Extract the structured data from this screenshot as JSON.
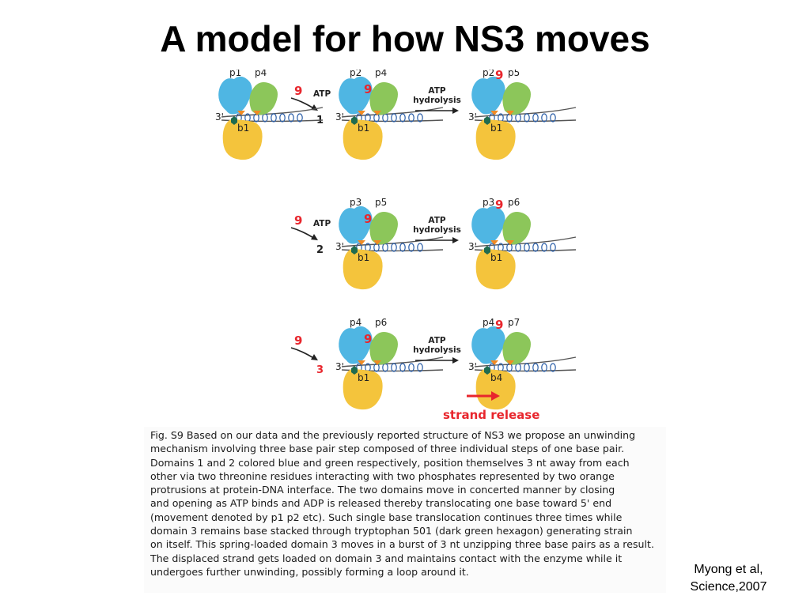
{
  "title": "A model for how NS3 moves",
  "figure": {
    "rows": [
      {
        "step": "1",
        "arrow1": "ATP",
        "arrow2_line1": "ATP",
        "arrow2_line2": "hydrolysis",
        "stage_a": {
          "left": "p1",
          "right": "p4",
          "bottom": "b1"
        },
        "stage_b": {
          "left": "p2",
          "right": "p4",
          "bottom": "b1"
        },
        "stage_c": {
          "left": "p2",
          "right": "p5",
          "bottom": "b1"
        }
      },
      {
        "step": "2",
        "arrow1": "ATP",
        "arrow2_line1": "ATP",
        "arrow2_line2": "hydrolysis",
        "stage_b": {
          "left": "p3",
          "right": "p5",
          "bottom": "b1"
        },
        "stage_c": {
          "left": "p3",
          "right": "p6",
          "bottom": "b1"
        }
      },
      {
        "step": "3",
        "arrow2_line1": "ATP",
        "arrow2_line2": "hydrolysis",
        "stage_b": {
          "left": "p4",
          "right": "p6",
          "bottom": "b1"
        },
        "stage_c": {
          "left": "p4",
          "right": "p7",
          "bottom": "b4"
        }
      }
    ],
    "end_label": "3'",
    "strand_release": "strand release",
    "colors": {
      "domain1": "#4fb6e3",
      "domain2": "#8cc65a",
      "domain3": "#f4c43c",
      "phosphate": "#f08a24",
      "release": "#e8262d",
      "hexagon": "#1f6b4f"
    }
  },
  "caption": {
    "lines": [
      "Fig. S9  Based on our data and the previously reported structure of NS3 we propose an unwinding",
      "mechanism involving three base pair step composed of three individual steps of one base pair.",
      "Domains 1 and 2 colored blue and green respectively, position themselves 3 nt away from each",
      "other via two threonine residues interacting with two phosphates represented by two orange",
      "protrusions at protein-DNA interface.  The two domains move in concerted manner by closing",
      "and opening as ATP binds and ADP is released thereby translocating one base toward 5' end",
      "(movement denoted by p1 p2 etc).  Such single base translocation continues three times while",
      "domain 3 remains base stacked through tryptophan 501 (dark green hexagon) generating strain",
      "on itself.  This spring-loaded domain 3 moves in a burst of 3 nt unzipping three base pairs as a result.",
      "The displaced strand gets loaded on domain 3 and maintains contact with the enzyme while it",
      "undergoes further unwinding, possibly forming a loop around it."
    ]
  },
  "credit": {
    "line1": "Myong et al,",
    "line2": "Science,2007"
  }
}
